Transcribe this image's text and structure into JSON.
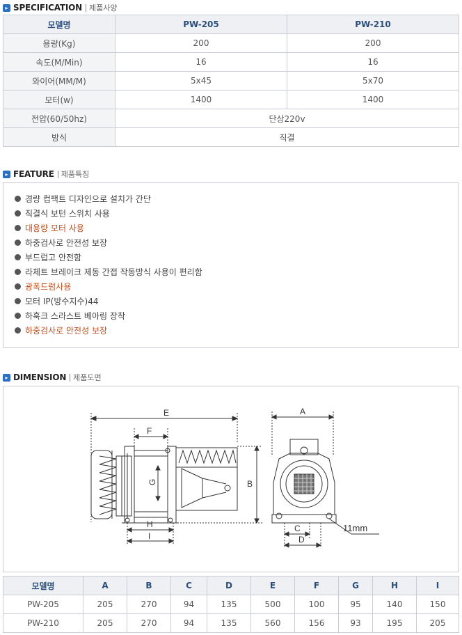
{
  "spec_section": {
    "title": "SPECIFICATION",
    "subtitle": "제품사양"
  },
  "spec_table": {
    "headers": [
      "모델명",
      "PW-205",
      "PW-210"
    ],
    "rows": [
      [
        "용량(Kg)",
        "200",
        "200"
      ],
      [
        "속도(M/Min)",
        "16",
        "16"
      ],
      [
        "와이어(MM/M)",
        "5x45",
        "5x70"
      ],
      [
        "모터(w)",
        "1400",
        "1400"
      ],
      [
        "전압(60/50hz)",
        "단상220v"
      ],
      [
        "방식",
        "직결"
      ]
    ]
  },
  "feature_section": {
    "title": "FEATURE",
    "subtitle": "제품특징"
  },
  "features": [
    {
      "text": "경량 컴팩트 디자인으로 설치가 간단",
      "highlight": false
    },
    {
      "text": "직결식 보턴 스위치 사용",
      "highlight": false
    },
    {
      "text": "대용량 모터 사용",
      "highlight": true
    },
    {
      "text": "하중검사로 안전성 보장",
      "highlight": false
    },
    {
      "text": "부드럽고 안전함",
      "highlight": false
    },
    {
      "text": "라체트 브레이크 제동 간접 작동방식 사용이 편리함",
      "highlight": false
    },
    {
      "text": "광폭드럼사용",
      "highlight": true
    },
    {
      "text": "모터 IP(방수지수)44",
      "highlight": false
    },
    {
      "text": "하훅크 스라스트 베아링 장착",
      "highlight": false
    },
    {
      "text": "하중검사로 안전성 보장",
      "highlight": true
    }
  ],
  "dimension_section": {
    "title": "DIMENSION",
    "subtitle": "제품도면"
  },
  "drawing_labels": {
    "A": "A",
    "B": "B",
    "C": "C",
    "D": "D",
    "E": "E",
    "F": "F",
    "G": "G",
    "H": "H",
    "I": "I",
    "note": "11mm"
  },
  "dim_table": {
    "headers": [
      "모델명",
      "A",
      "B",
      "C",
      "D",
      "E",
      "F",
      "G",
      "H",
      "I"
    ],
    "rows": [
      [
        "PW-205",
        "205",
        "270",
        "94",
        "135",
        "500",
        "100",
        "95",
        "140",
        "150"
      ],
      [
        "PW-210",
        "205",
        "270",
        "94",
        "135",
        "560",
        "156",
        "93",
        "195",
        "205"
      ]
    ]
  },
  "colors": {
    "accent": "#2b6fc1",
    "highlight": "#c0501e",
    "header_text": "#2b4f7a"
  }
}
